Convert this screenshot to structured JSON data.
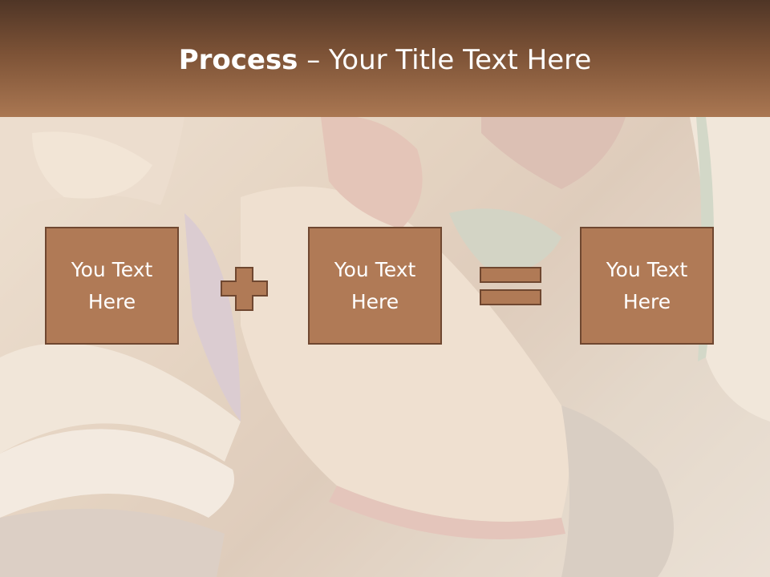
{
  "slide": {
    "title_bold": "Process",
    "title_rest": " – Your Title Text Here",
    "boxes": [
      {
        "text": "You Text Here"
      },
      {
        "text": "You Text Here"
      },
      {
        "text": "You Text Here"
      }
    ],
    "operators": [
      "plus-icon",
      "equals-icon"
    ]
  },
  "colors": {
    "title_band_top": "#4f3526",
    "title_band_bottom": "#aa7752",
    "box_fill": "#b07a56",
    "box_border": "#6f4730",
    "text": "#ffffff"
  }
}
